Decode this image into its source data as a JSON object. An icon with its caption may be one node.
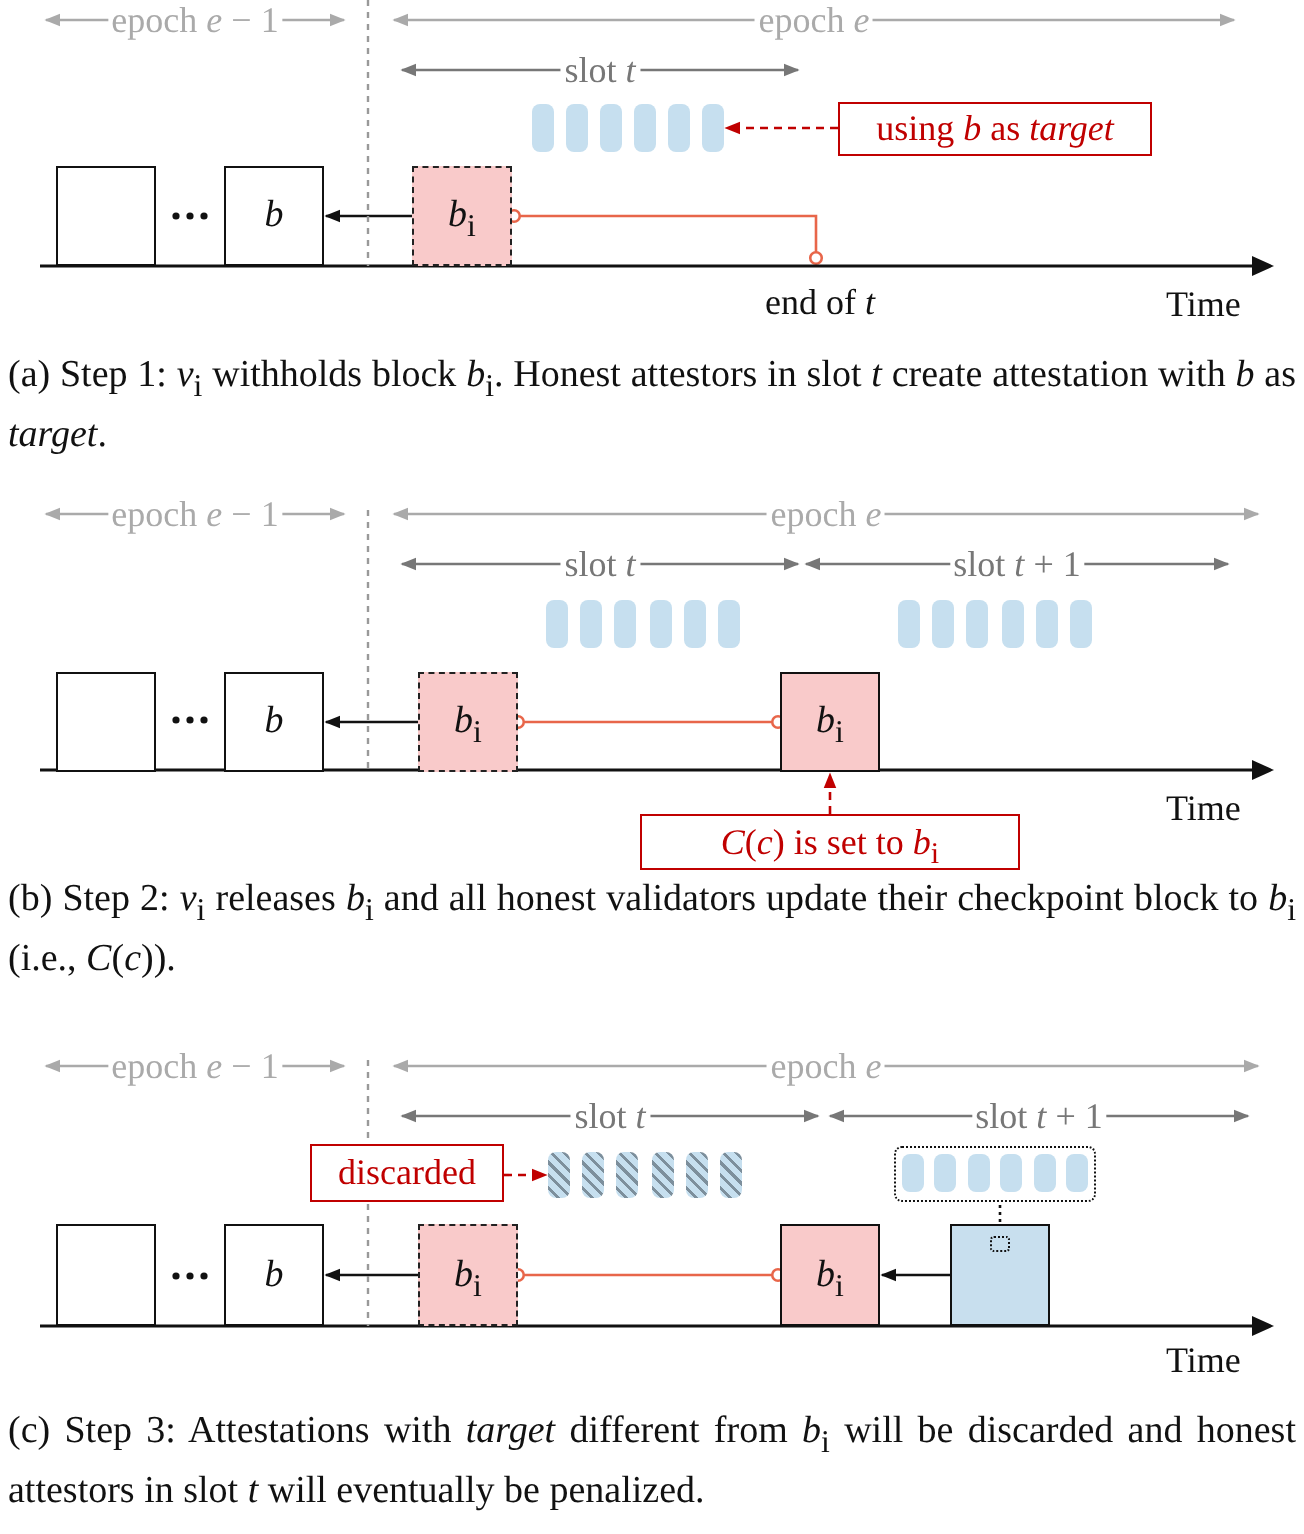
{
  "diagram": {
    "nodes": [
      {
        "text": [],
        "shape": "box"
      },
      {
        "text": [
          "*b*"
        ]
      },
      {
        "text": [
          "*b*$_{i}$"
        ]
      },
      {
        "text": [],
        "shape": "bar"
      },
      {
        "text": [
          "using *b* as *target*"
        ]
      },
      {
        "text": [
          "end of *t*"
        ]
      },
      {
        "text": [],
        "shape": "box"
      },
      {
        "text": [
          "*b*"
        ]
      },
      {
        "text": [
          "*b*$_{i}$"
        ]
      },
      {
        "text": [],
        "shape": "bar"
      },
      {
        "text": [],
        "shape": "bar"
      },
      {
        "text": [
          "*b*$_{i}$"
        ]
      },
      {
        "text": [
          "*C*(*c*) is set to *b*$_{i}$"
        ]
      },
      {
        "text": [],
        "shape": "box"
      },
      {
        "text": [
          "*b*"
        ]
      },
      {
        "text": [
          "*b*$_{i}$"
        ]
      },
      {
        "text": [
          "discarded"
        ]
      },
      {
        "text": [],
        "shape": "bar"
      },
      {
        "text": [],
        "shape": "box"
      },
      {
        "text": [
          "*b*$_{i}$"
        ]
      },
      {
        "text": [],
        "shape": "box"
      },
      {
        "text": [],
        "shape": "box",
        "in": 20
      }
    ],
    "edges": [
      {
        "from": 2,
        "to": 1,
        "arrow": "to"
      },
      {
        "from": 4,
        "to": 3,
        "arrow": "to",
        "style": "dashed",
        "color": "#c00000"
      },
      {
        "from": 2,
        "to": 5,
        "arrow": "other",
        "color": "#e8664a"
      },
      {
        "from": 8,
        "to": 7,
        "arrow": "to"
      },
      {
        "from": 8,
        "to": 11,
        "arrow": "other",
        "color": "#e8664a"
      },
      {
        "from": 12,
        "to": 11,
        "arrow": "to",
        "style": "dashed",
        "color": "#c00000"
      },
      {
        "from": 15,
        "to": 14,
        "arrow": "to"
      },
      {
        "from": 16,
        "to": 17,
        "arrow": "to",
        "style": "dashed",
        "color": "#c00000"
      },
      {
        "from": 15,
        "to": 19,
        "arrow": "other",
        "color": "#e8664a"
      },
      {
        "from": 20,
        "to": 19,
        "arrow": "to"
      },
      {
        "from": 21,
        "to": 18,
        "arrow": "none",
        "style": "dashed"
      }
    ],
    "labels": [
      "epoch *e* − 1",
      "epoch *e*",
      "slot *t*",
      "Time",
      "(a) Step 1: *v*$_{i}$ withholds block *b*$_{i}$. Honest attestors in slot *t* create attestation with *b* as *target*.",
      "epoch *e* − 1",
      "epoch *e*",
      "slot *t*",
      "slot *t* + 1",
      "Time",
      "(b) Step 2: *v*$_{i}$ releases *b*$_{i}$ and all honest validators update their checkpoint block to *b*$_{i}$ (i.e., *C*(*c*)).",
      "epoch *e* − 1",
      "epoch *e*",
      "slot *t*",
      "slot *t* + 1",
      "Time",
      "(c) Step 3: Attestations with *target* different from *b*$_{i}$ will be discarded and honest attestors in slot *t* will eventually be penalized."
    ]
  }
}
